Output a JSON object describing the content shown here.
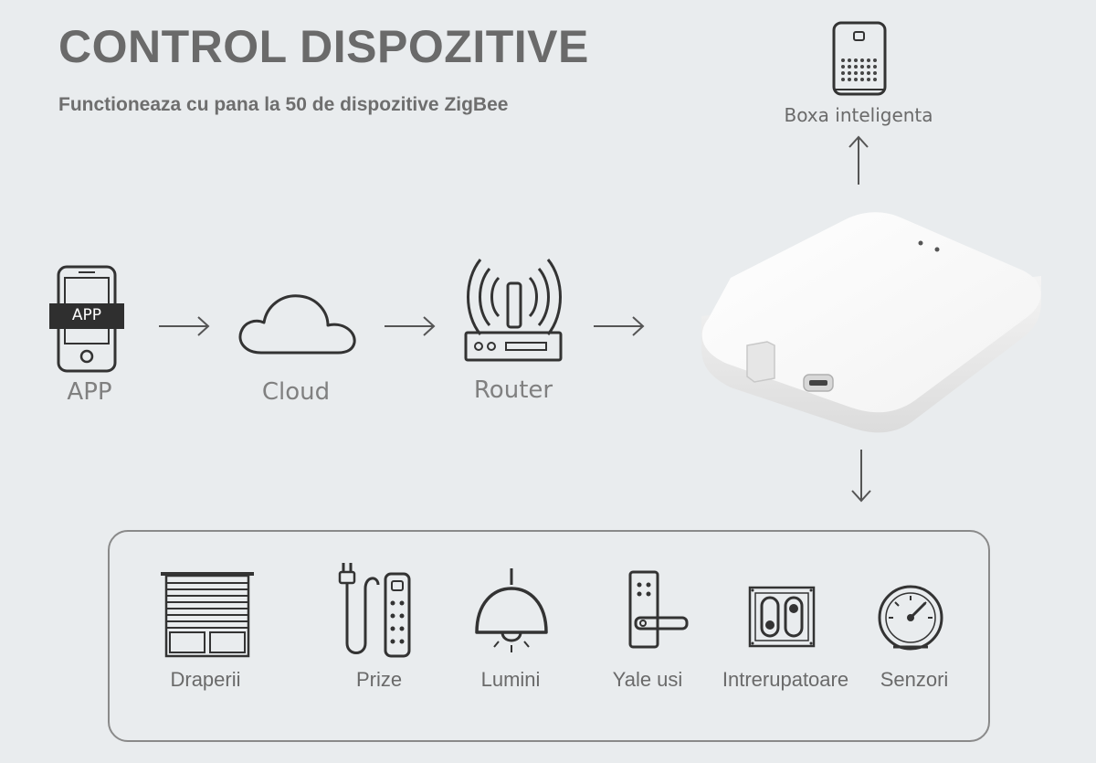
{
  "header": {
    "title": "CONTROL DISPOZITIVE",
    "subtitle": "Functioneaza cu pana la 50 de dispozitive ZigBee"
  },
  "flow": {
    "app_badge": "APP",
    "app_label": "APP",
    "cloud_label": "Cloud",
    "router_label": "Router"
  },
  "speaker": {
    "label": "Boxa inteligenta"
  },
  "devices": {
    "items": [
      {
        "label": "Draperii",
        "icon": "blinds-icon"
      },
      {
        "label": "Prize",
        "icon": "power-strip-icon"
      },
      {
        "label": "Lumini",
        "icon": "ceiling-lamp-icon"
      },
      {
        "label": "Yale usi",
        "icon": "door-lock-icon"
      },
      {
        "label": "Intrerupatoare",
        "icon": "wall-switch-icon"
      },
      {
        "label": "Senzori",
        "icon": "gauge-sensor-icon"
      }
    ]
  },
  "colors": {
    "background": "#e9ecee",
    "text": "#6a6a6a",
    "icon_stroke": "#333333"
  }
}
